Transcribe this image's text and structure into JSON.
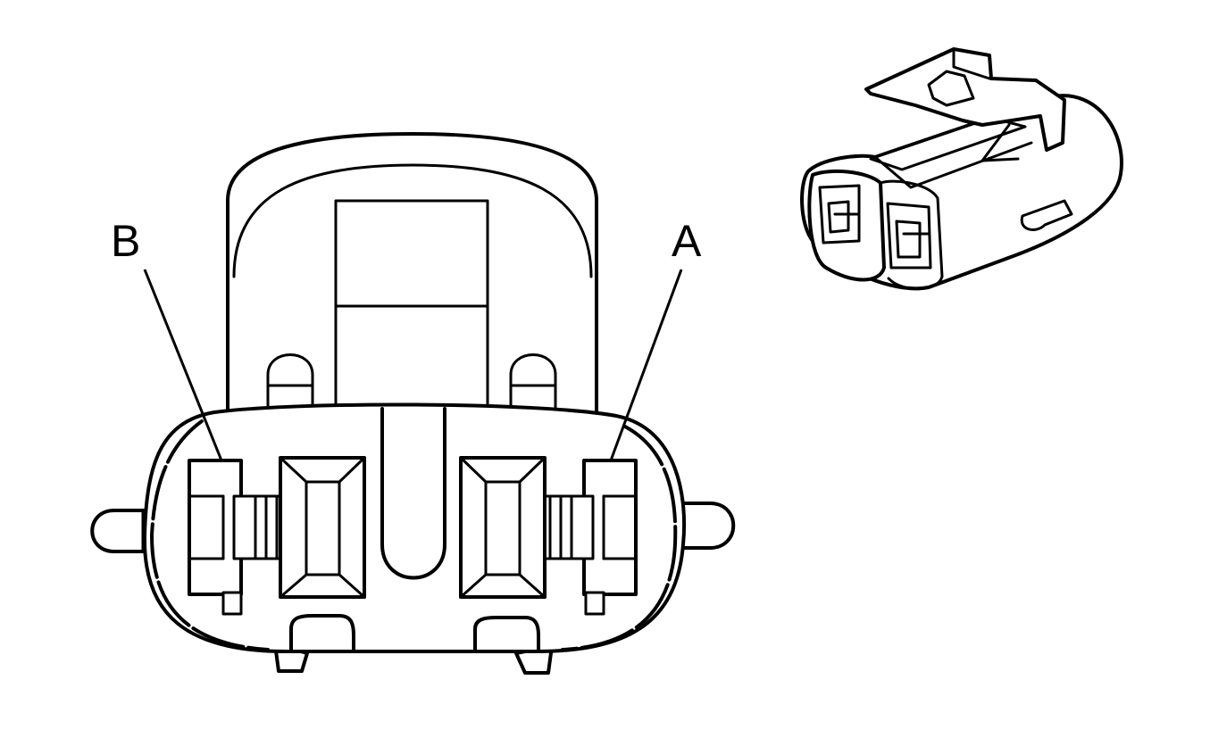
{
  "diagram": {
    "labels": [
      {
        "id": "terminal-b",
        "text": "B"
      },
      {
        "id": "terminal-a",
        "text": "A"
      }
    ]
  }
}
